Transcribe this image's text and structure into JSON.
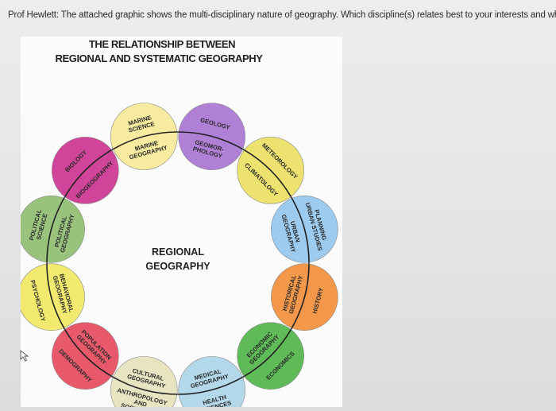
{
  "question": "Prof Hewlett: The attached graphic shows the multi-disciplinary nature of geography. Which discipline(s) relates best to your interests and why?",
  "diagram": {
    "title_line1": "THE RELATIONSHIP BETWEEN",
    "title_line2": "REGIONAL AND SYSTEMATIC GEOGRAPHY",
    "center_line1": "REGIONAL",
    "center_line2": "GEOGRAPHY",
    "nodes": [
      {
        "color": "#f6eb9e",
        "outer": [
          "MARINE",
          "SCIENCE"
        ],
        "inner": [
          "MARINE",
          "GEOGRAPHY"
        ]
      },
      {
        "color": "#b07fd6",
        "outer": [
          "GEOLOGY"
        ],
        "inner": [
          "GEOMOR-",
          "PHOLOGY"
        ]
      },
      {
        "color": "#ede26f",
        "outer": [
          "METEOROLOGY"
        ],
        "inner": [
          "CLIMATOLOGY"
        ]
      },
      {
        "color": "#9ccbef",
        "outer": [
          "PLANNING",
          "URBAN STUDIES"
        ],
        "inner": [
          "URBAN",
          "GEOGRAPHY"
        ]
      },
      {
        "color": "#f3984a",
        "outer": [
          "HISTORY"
        ],
        "inner": [
          "HISTORICAL",
          "GEOGRAPHY"
        ]
      },
      {
        "color": "#5fbb58",
        "outer": [
          "ECONOMICS"
        ],
        "inner": [
          "ECONOMIC",
          "GEOGRAPHY"
        ]
      },
      {
        "color": "#b2d8ea",
        "outer": [
          "HEALTH",
          "SCIENCES"
        ],
        "inner": [
          "MEDICAL",
          "GEOGRAPHY"
        ]
      },
      {
        "color": "#e8e4c2",
        "outer": [
          "ANTHROPOLOGY",
          "AND",
          "SOCIOLOGY"
        ],
        "inner": [
          "CULTURAL",
          "GEOGRAPHY"
        ]
      },
      {
        "color": "#e85a6b",
        "outer": [
          "DEMOGRAPHY"
        ],
        "inner": [
          "POPULATION",
          "GEOGRAPHY"
        ]
      },
      {
        "color": "#f1ea6e",
        "outer": [
          "PSYCHOLOGY"
        ],
        "inner": [
          "BEHAVIORAL",
          "GEOGRAPHY"
        ]
      },
      {
        "color": "#99c27c",
        "outer": [
          "POLITICAL",
          "SCIENCE"
        ],
        "inner": [
          "POLITICAL",
          "GEOGRAPHY"
        ]
      },
      {
        "color": "#d0449a",
        "outer": [
          "BIOLOGY"
        ],
        "inner": [
          "BIOGEOGRAPHY"
        ]
      }
    ]
  }
}
